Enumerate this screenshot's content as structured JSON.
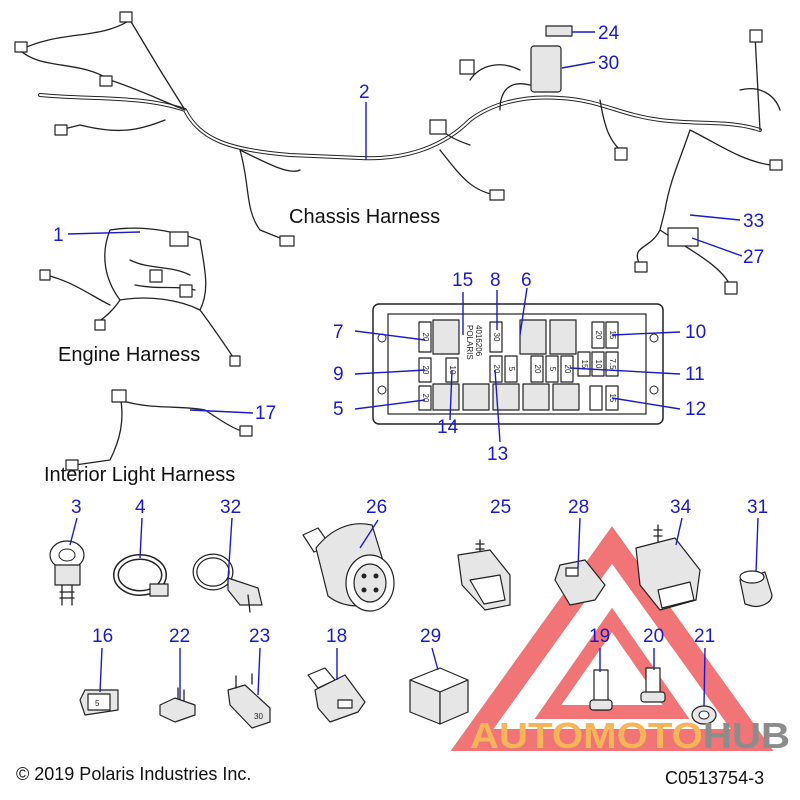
{
  "captions": {
    "chassis": "Chassis Harness",
    "engine": "Engine Harness",
    "interior": "Interior Light Harness"
  },
  "footer": {
    "copyright": "© 2019 Polaris Industries Inc.",
    "code": "C0513754-3"
  },
  "callouts": [
    {
      "id": "c1",
      "label": "1"
    },
    {
      "id": "c2",
      "label": "2"
    },
    {
      "id": "c3",
      "label": "3"
    },
    {
      "id": "c4",
      "label": "4"
    },
    {
      "id": "c5",
      "label": "5"
    },
    {
      "id": "c6",
      "label": "6"
    },
    {
      "id": "c7",
      "label": "7"
    },
    {
      "id": "c8",
      "label": "8"
    },
    {
      "id": "c9",
      "label": "9"
    },
    {
      "id": "c10",
      "label": "10"
    },
    {
      "id": "c11",
      "label": "11"
    },
    {
      "id": "c12",
      "label": "12"
    },
    {
      "id": "c13",
      "label": "13"
    },
    {
      "id": "c14",
      "label": "14"
    },
    {
      "id": "c15",
      "label": "15"
    },
    {
      "id": "c16",
      "label": "16"
    },
    {
      "id": "c17",
      "label": "17"
    },
    {
      "id": "c18",
      "label": "18"
    },
    {
      "id": "c19",
      "label": "19"
    },
    {
      "id": "c20",
      "label": "20"
    },
    {
      "id": "c21",
      "label": "21"
    },
    {
      "id": "c22",
      "label": "22"
    },
    {
      "id": "c23",
      "label": "23"
    },
    {
      "id": "c24",
      "label": "24"
    },
    {
      "id": "c25",
      "label": "25"
    },
    {
      "id": "c26",
      "label": "26"
    },
    {
      "id": "c27",
      "label": "27"
    },
    {
      "id": "c28",
      "label": "28"
    },
    {
      "id": "c29",
      "label": "29"
    },
    {
      "id": "c30",
      "label": "30"
    },
    {
      "id": "c31",
      "label": "31"
    },
    {
      "id": "c32",
      "label": "32"
    },
    {
      "id": "c33",
      "label": "33"
    },
    {
      "id": "c34",
      "label": "34"
    }
  ],
  "fuse_box": {
    "brand_lines": [
      "POLARIS",
      "4016206"
    ],
    "ratings": [
      "20",
      "30",
      "20",
      "10",
      "20",
      "5",
      "20",
      "5",
      "20",
      "20",
      "15",
      "7.5",
      "15",
      "10",
      "20",
      "15"
    ]
  },
  "parts_text": {
    "fuse_16": "5",
    "fuse_23": "30"
  },
  "watermark": {
    "part1": "AUTOMOTO",
    "part2": "HUB",
    "color1": "#f7b55a",
    "color2": "#8c8c8c",
    "triangle_color": "#e8181c"
  }
}
